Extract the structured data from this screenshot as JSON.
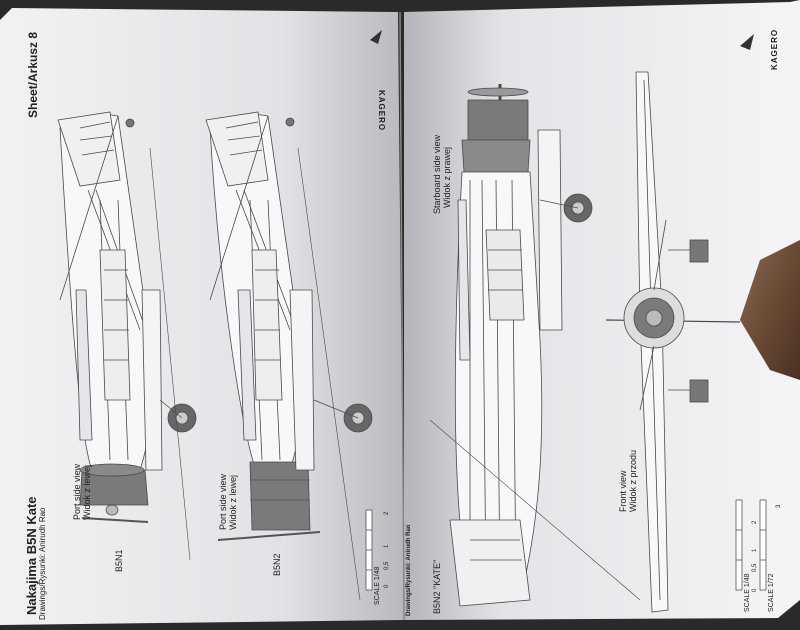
{
  "left_page": {
    "sheet_label": "Sheet/Arkusz 8",
    "title": "Nakajima B5N Kate",
    "subtitle": "Drawings/Rysunki: Anirudh Rao",
    "view_label_1_en": "Port side view",
    "view_label_1_pl": "Widok z lewej",
    "view_label_2_en": "Port side view",
    "view_label_2_pl": "Widok z lewej",
    "variant_1": "B5N1",
    "variant_2": "B5N2",
    "scale_label": "SCALE 1/48",
    "scale_ticks": [
      "0",
      "0,5",
      "1",
      "2"
    ]
  },
  "right_page": {
    "logo_text": "KAGERO",
    "starboard_label_en": "Starboard side view",
    "starboard_label_pl": "Widok z prawej",
    "front_label_en": "Front view",
    "front_label_pl": "Widok z przodu",
    "variant": "B5N2 \"KATE\"",
    "credit": "Drawings/Rysunki: Anirudh Rao",
    "scale_label_1": "SCALE 1/48",
    "scale_label_2": "SCALE 1/72",
    "scale_ticks": [
      "0",
      "0,5",
      "1",
      "2",
      "3"
    ]
  },
  "left_logo_text": "KAGERO",
  "colors": {
    "background": "#2a2a2a",
    "paper": "#f4f4f6",
    "line": "#4a4a4a",
    "grey_fill": "#7a7a7a",
    "wood": "#6a4a35"
  }
}
